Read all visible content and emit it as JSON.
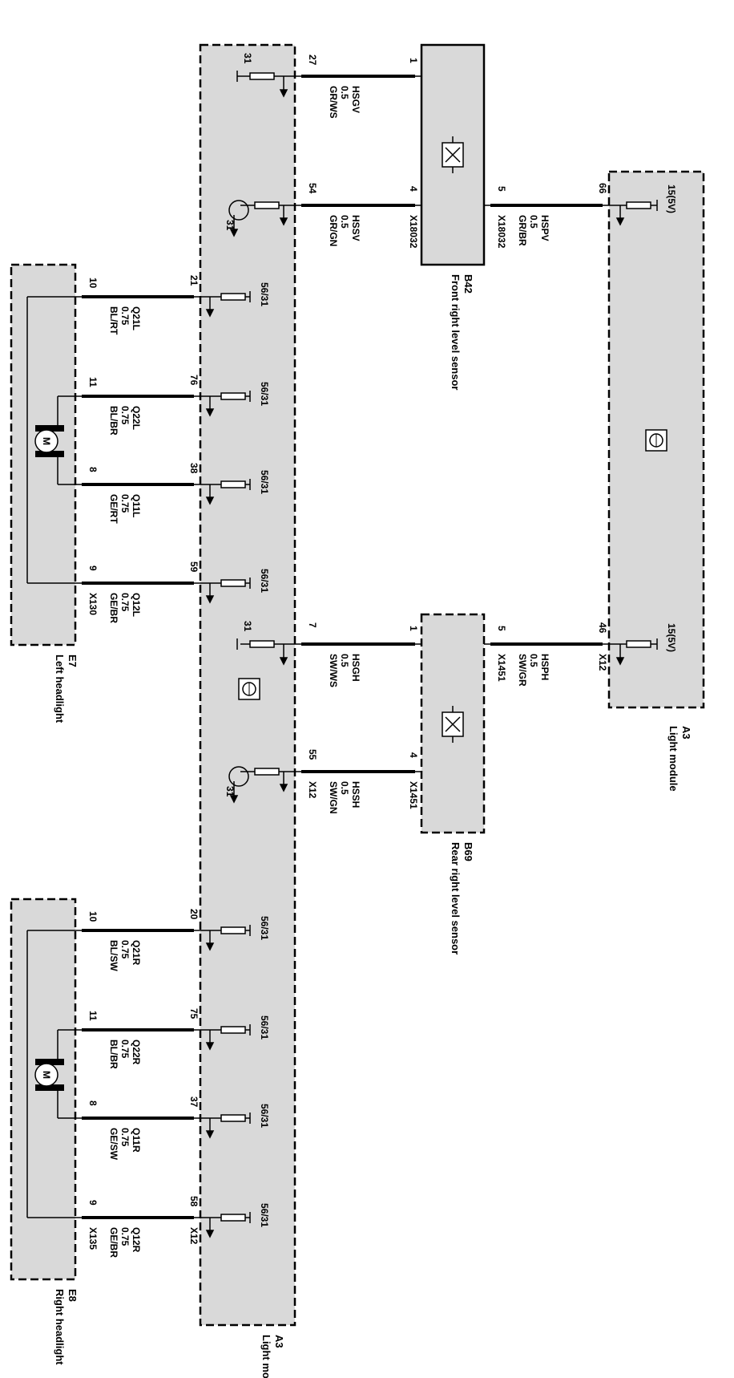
{
  "components": {
    "light_module": {
      "id": "A3",
      "name": "Light module"
    },
    "light_module_top": {
      "id": "A3",
      "name": "Light module"
    },
    "front_sensor": {
      "id": "B42",
      "name": "Front right level sensor",
      "connector": "X18032"
    },
    "rear_sensor": {
      "id": "B69",
      "name": "Rear right level sensor",
      "connector": "X1451"
    },
    "left_headlight": {
      "id": "E7",
      "name": "Left headlight",
      "connector": "X130"
    },
    "right_headlight": {
      "id": "E8",
      "name": "Right headlight",
      "connector": "X135"
    }
  },
  "module_connector": "X12",
  "module_internals": {
    "ground": "31",
    "output": "56/31",
    "supply": "15(5V)",
    "motor": "M"
  },
  "sensor_wires": [
    {
      "module_pin": "27",
      "sensor_pin": "1",
      "signal": "HSGV",
      "gauge": "0.5",
      "color": "GR/WS"
    },
    {
      "module_pin": "54",
      "sensor_pin": "4",
      "signal": "HSSV",
      "gauge": "0.5",
      "color": "GR/GN",
      "connector": "X18032"
    },
    {
      "module_pin": "7",
      "sensor_pin": "1",
      "signal": "HSGH",
      "gauge": "0.5",
      "color": "SW/WS"
    },
    {
      "module_pin": "55",
      "sensor_pin": "4",
      "signal": "HSSH",
      "gauge": "0.5",
      "color": "SW/GN",
      "module_connector": "X12",
      "connector": "X1451"
    }
  ],
  "supply_wires": [
    {
      "sensor_pin": "5",
      "module_pin": "66",
      "signal": "HSPV",
      "gauge": "0.5",
      "color": "GR/BR",
      "connector": "X18032"
    },
    {
      "sensor_pin": "5",
      "module_pin": "46",
      "signal": "HSPH",
      "gauge": "0.5",
      "color": "SW/GR",
      "connector": "X1451",
      "module_connector": "X12"
    }
  ],
  "left_headlight_wires": [
    {
      "module_pin": "21",
      "lamp_pin": "10",
      "signal": "Q21L",
      "gauge": "0.75",
      "color": "BL/RT"
    },
    {
      "module_pin": "76",
      "lamp_pin": "11",
      "signal": "Q22L",
      "gauge": "0.75",
      "color": "BL/BR"
    },
    {
      "module_pin": "38",
      "lamp_pin": "8",
      "signal": "Q11L",
      "gauge": "0.75",
      "color": "GE/RT"
    },
    {
      "module_pin": "59",
      "lamp_pin": "9",
      "signal": "Q12L",
      "gauge": "0.75",
      "color": "GE/BR",
      "connector": "X130"
    }
  ],
  "right_headlight_wires": [
    {
      "module_pin": "20",
      "lamp_pin": "10",
      "signal": "Q21R",
      "gauge": "0.75",
      "color": "BL/SW"
    },
    {
      "module_pin": "75",
      "lamp_pin": "11",
      "signal": "Q22R",
      "gauge": "0.75",
      "color": "BL/BR"
    },
    {
      "module_pin": "37",
      "lamp_pin": "8",
      "signal": "Q11R",
      "gauge": "0.75",
      "color": "GE/SW"
    },
    {
      "module_pin": "58",
      "lamp_pin": "9",
      "signal": "Q12R",
      "gauge": "0.75",
      "color": "GE/BR",
      "connector": "X135",
      "module_connector": "X12"
    }
  ]
}
